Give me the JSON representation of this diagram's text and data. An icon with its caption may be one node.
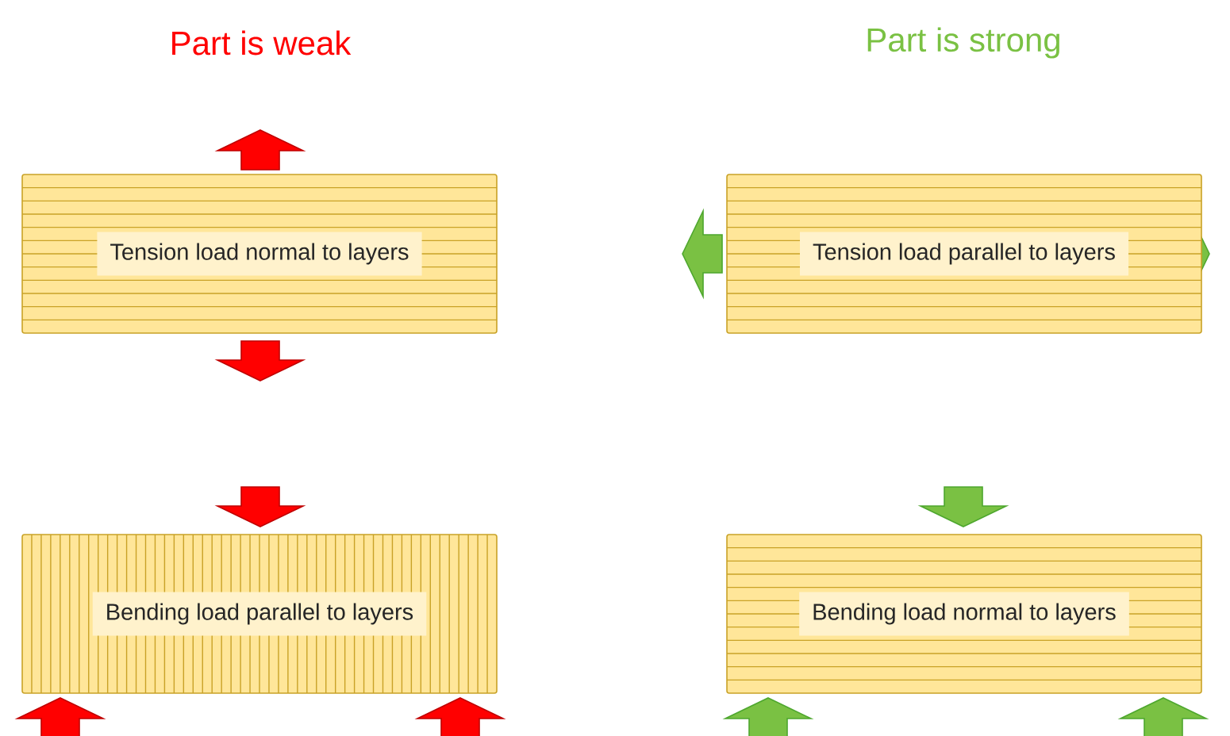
{
  "diagram": {
    "nodes": [
      {
        "text": [
          "Tension load normal to layers"
        ]
      },
      {
        "text": [
          "Tension load parallel to layers"
        ]
      },
      {
        "text": [
          "Bending load parallel to layers"
        ]
      },
      {
        "text": [
          "Bending load normal to layers"
        ]
      }
    ],
    "labels": [
      "Part is weak",
      "Part is strong"
    ]
  }
}
